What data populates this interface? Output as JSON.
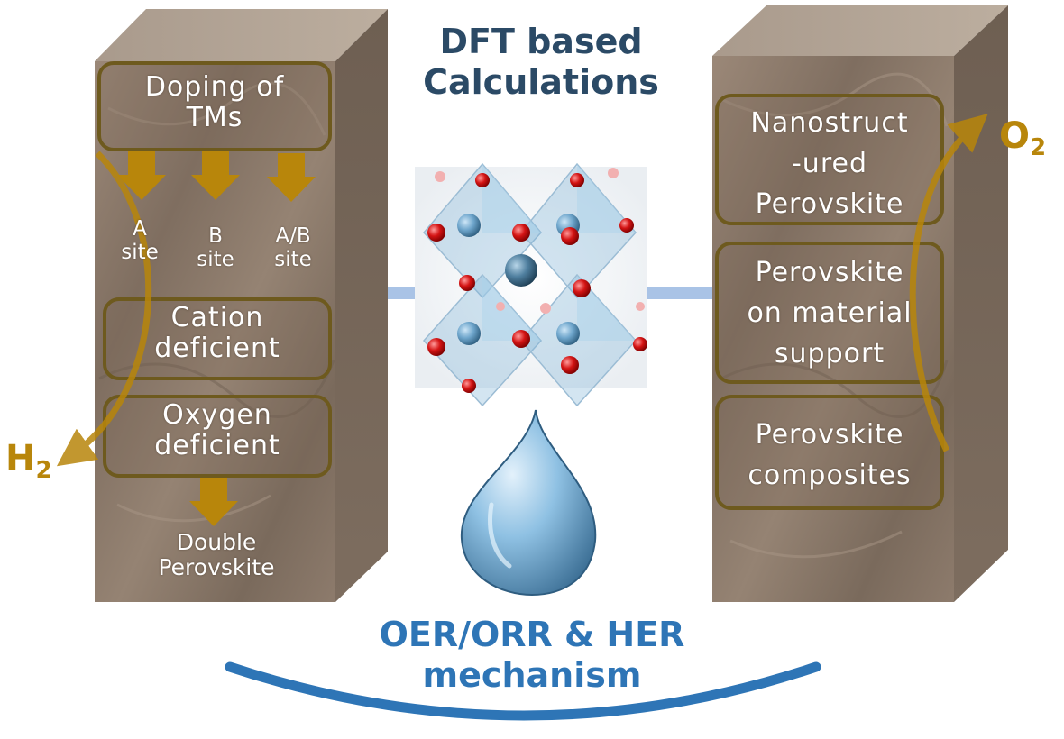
{
  "title": [
    "DFT based",
    "Calculations"
  ],
  "bottom_title": [
    "OER/ORR & HER",
    "mechanism"
  ],
  "left_panel": {
    "box_doping": [
      "Doping of",
      "TMs"
    ],
    "sites": [
      [
        "A",
        "site"
      ],
      [
        "B",
        "site"
      ],
      [
        "A/B",
        "site"
      ]
    ],
    "box_cation": [
      "Cation",
      "deficient"
    ],
    "box_oxygen": [
      "Oxygen",
      "deficient"
    ],
    "double": [
      "Double",
      "Perovskite"
    ]
  },
  "right_panel": {
    "box_nano": [
      "Nanostruct",
      "-ured",
      "Perovskite"
    ],
    "box_support": [
      "Perovskite",
      "on material",
      "support"
    ],
    "box_composites": [
      "Perovskite",
      "composites"
    ]
  },
  "products": {
    "left": "H",
    "left_sub": "2",
    "right": "O",
    "right_sub": "2"
  },
  "colors": {
    "title": "#2b4a66",
    "bottom_title": "#2e75b6",
    "arrow": "#b8860b",
    "box_border": "#6e5a1e",
    "stone": "#8a7868",
    "connector": "#a9c3e6",
    "water": "#7fb3d8",
    "oxygen_atom": "#cc1111"
  }
}
